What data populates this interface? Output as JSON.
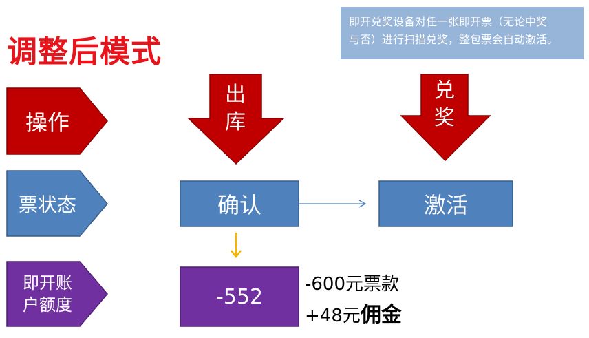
{
  "title": "调整后模式",
  "note": {
    "line1": "即开兑奖设备对任一张即开票（无论中奖",
    "line2": "与否）进行扫描兑奖，整包票会自动激活。"
  },
  "rows": {
    "operation": "操作",
    "ticket_status": "票状态",
    "account_line1": "即开账",
    "account_line2": "户额度"
  },
  "arrows": {
    "checkout_line1": "出",
    "checkout_line2": "库",
    "redeem_line1": "兑",
    "redeem_line2": "奖"
  },
  "boxes": {
    "confirm": "确认",
    "activate": "激活",
    "balance": "-552"
  },
  "side": {
    "ticket_amount": "-600元票款",
    "commission_prefix": "+48元",
    "commission_label": "佣金"
  },
  "colors": {
    "title": "#e8141b",
    "red_shape": "#c00000",
    "blue_shape": "#4f81bd",
    "purple_shape": "#7030a0",
    "note_bg": "#97b4d9",
    "gold_arrow": "#f5b400"
  }
}
